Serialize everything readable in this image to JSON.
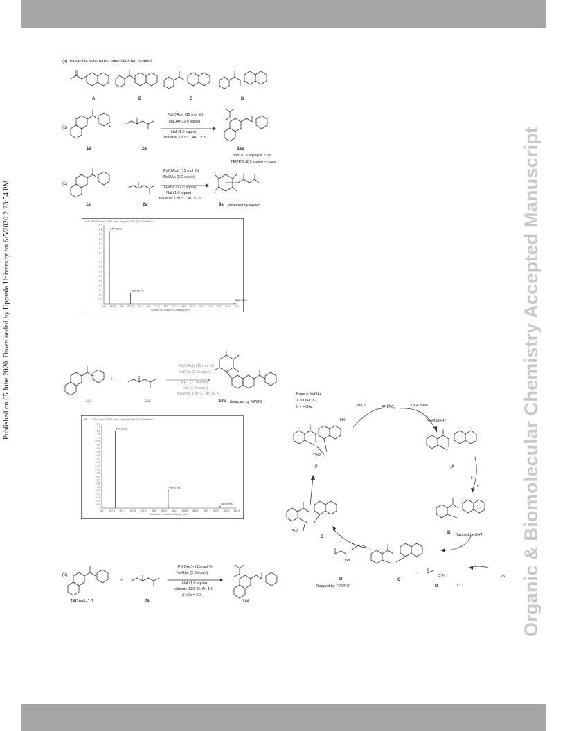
{
  "sidebar": {
    "watermark": "Organic & Biomolecular Chemistry Accepted Manuscript",
    "published_note": "Published on 05 June 2020. Downloaded by Uppsala University on 6/5/2020 2:23:54 PM."
  },
  "panel_a": {
    "heading": "(a) unreactive substrates: none detected product",
    "compounds": [
      "A",
      "B",
      "C",
      "D"
    ]
  },
  "panel_b": {
    "label": "(b)",
    "conditions": [
      "Pd(OAc)₂ (15 mol %)",
      "NaOAc (2.0 equiv)",
      "NaI (1.0 equiv)",
      "toluene, 120 °C, Ar, 12 h"
    ],
    "reactant1": "1a",
    "reactant2": "2a",
    "product": "3aa"
  },
  "panel_c": {
    "label": "(c)",
    "conditions": [
      "Pd(OAc)₂ (15 mol %)",
      "NaOAc (2.0 equiv)",
      "TEMPO (2.0 equiv)",
      "NaI (1.0 equiv)",
      "toluene, 120 °C, Ar, 12 h"
    ],
    "results": [
      "3aa: (0.5 equiv) = 72%",
      "TEMPO (2.0 equiv) = trace"
    ],
    "reactant1": "1a",
    "reactant2": "2a",
    "product": "9a",
    "detected": "detected by HRMS"
  },
  "spectrum1": {
    "header": "+ESI Scan (0.167 min) Frag=180.0V 2a.d  Subtract",
    "ylabel": "x10⁵",
    "peaks": [
      {
        "mz": 244.1903,
        "label": "244.1903",
        "rel": 0.93
      },
      {
        "mz": 260.1044,
        "label": "260.1044",
        "rel": 0.14
      },
      {
        "mz": 338.3996,
        "label": "338.3996",
        "rel": 0.02
      }
    ],
    "yticks": [
      "1.7",
      "1.6",
      "1.5",
      "1.4",
      "1.3",
      "1.2",
      "1.1",
      "1",
      "0.9",
      "0.8",
      "0.7",
      "0.6",
      "0.5",
      "0.4",
      "0.3",
      "0.2",
      "0.1",
      "0"
    ],
    "xticks": [
      "240",
      "243.5",
      "250",
      "257.5",
      "262",
      "265",
      "272.5",
      "280",
      "287.5",
      "295",
      "302.5",
      "310",
      "317.5",
      "325",
      "332.5",
      "340"
    ],
    "xlabel": "Counts vs. Mass-to-Charge (m/z)"
  },
  "panel_d": {
    "label": "(d)",
    "conditions": [
      "Pd(OAc)₂ (15 mol %)",
      "NaOAc (2.0 equiv)",
      "BHT (2.0 equiv)",
      "NaI (1.0 equiv)",
      "toluene, 120 °C, Ar, 12 h"
    ],
    "reactant1": "1a",
    "reactant2": "2a",
    "product": "10a",
    "detected": "detected by HRMS"
  },
  "spectrum2": {
    "header": "+ESI Scan (0.175 min) Frag=180.0V 2b.d  Subtract",
    "ylabel": "x10⁴",
    "peaks": [
      {
        "mz": 467.2582,
        "label": "467.2582",
        "rel": 0.92
      },
      {
        "mz": 468.2791,
        "label": "468.2791",
        "rel": 0.22
      },
      {
        "mz": 469.2793,
        "label": "469.2793",
        "rel": 0.03
      }
    ],
    "yticks": [
      "1.2",
      "1.15",
      "1.1",
      "1.05",
      "1",
      "0.95",
      "0.9",
      "0.85",
      "0.8",
      "0.75",
      "0.7",
      "0.65",
      "0.6",
      "0.55",
      "0.5",
      "0.45",
      "0.4",
      "0.35",
      "0.3",
      "0.25",
      "0.2",
      "0.15",
      "0.1",
      "0.05",
      "0"
    ],
    "xticks": [
      "467",
      "467.2",
      "467.4",
      "467.6",
      "467.8",
      "468",
      "468.2",
      "468.4",
      "468.6",
      "468.8",
      "469",
      "469.2",
      "469.4",
      "469.6"
    ],
    "xlabel": "Counts vs. Mass-to-Charge (m/z)"
  },
  "panel_e": {
    "label": "(e)",
    "conditions": [
      "Pd(OAc)₂ (15 mol %)",
      "NaOAc (2.0 equiv)",
      "NaI (1.0 equiv)",
      "toluene, 120 °C, Ar, 1 h",
      "Kₕ/Kᴅ = 0.3"
    ],
    "reactant1": "1a/1a-d₇ 1:1",
    "reactant2": "2a",
    "product": "3aa"
  },
  "mechanism": {
    "legend": [
      "Base = NaOAc",
      "X = OAc, Cl, I",
      "L = HOAc"
    ],
    "pd": "PdᴵᴵX₂",
    "hx": "HX",
    "out_arrow": "3aa, L",
    "in_arrow": "1a + Base",
    "baseh": "BaseH⁺",
    "iodine": "I⁻",
    "species": [
      "A",
      "B",
      "C",
      "D",
      "E",
      "F"
    ],
    "trapped_bht": "Trapped by BHT",
    "trapped_tempo": "Trapped by TEMPO",
    "two_a": "2a",
    "chloride": "Cl⁻",
    "opr": "OⁱPr",
    "ipro": "ⁱPrO"
  }
}
